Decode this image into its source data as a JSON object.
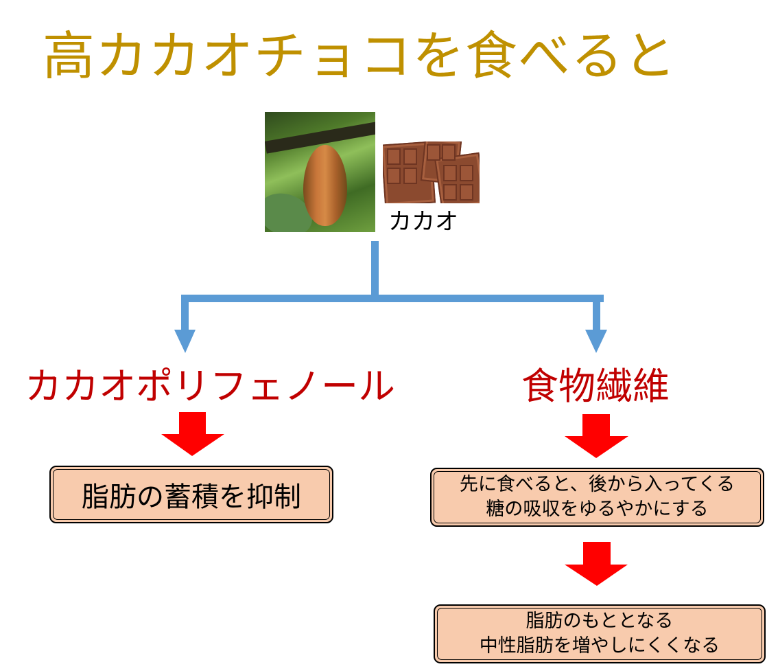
{
  "title": "高カカオチョコを食べると",
  "source": {
    "label": "カカオ",
    "images": [
      {
        "name": "cacao-pod-photo",
        "alt": "カカオの実"
      },
      {
        "name": "chocolate-bars-photo",
        "alt": "チョコレート"
      }
    ]
  },
  "branches": [
    {
      "title": "カカオポリフェノール",
      "effects": [
        {
          "lines": [
            "脂肪の蓄積を抑制"
          ]
        }
      ]
    },
    {
      "title": "食物繊維",
      "effects": [
        {
          "lines": [
            "先に食べると、後から入ってくる",
            "糖の吸収をゆるやかにする"
          ]
        },
        {
          "lines": [
            "脂肪のもととなる",
            "中性脂肪を増やしにくくなる"
          ]
        }
      ]
    }
  ],
  "colors": {
    "title": "#bf9000",
    "branch_title": "#c00000",
    "connector": "#5b9bd5",
    "effect_arrow": "#ff0000",
    "box_fill": "#f8cbad"
  }
}
